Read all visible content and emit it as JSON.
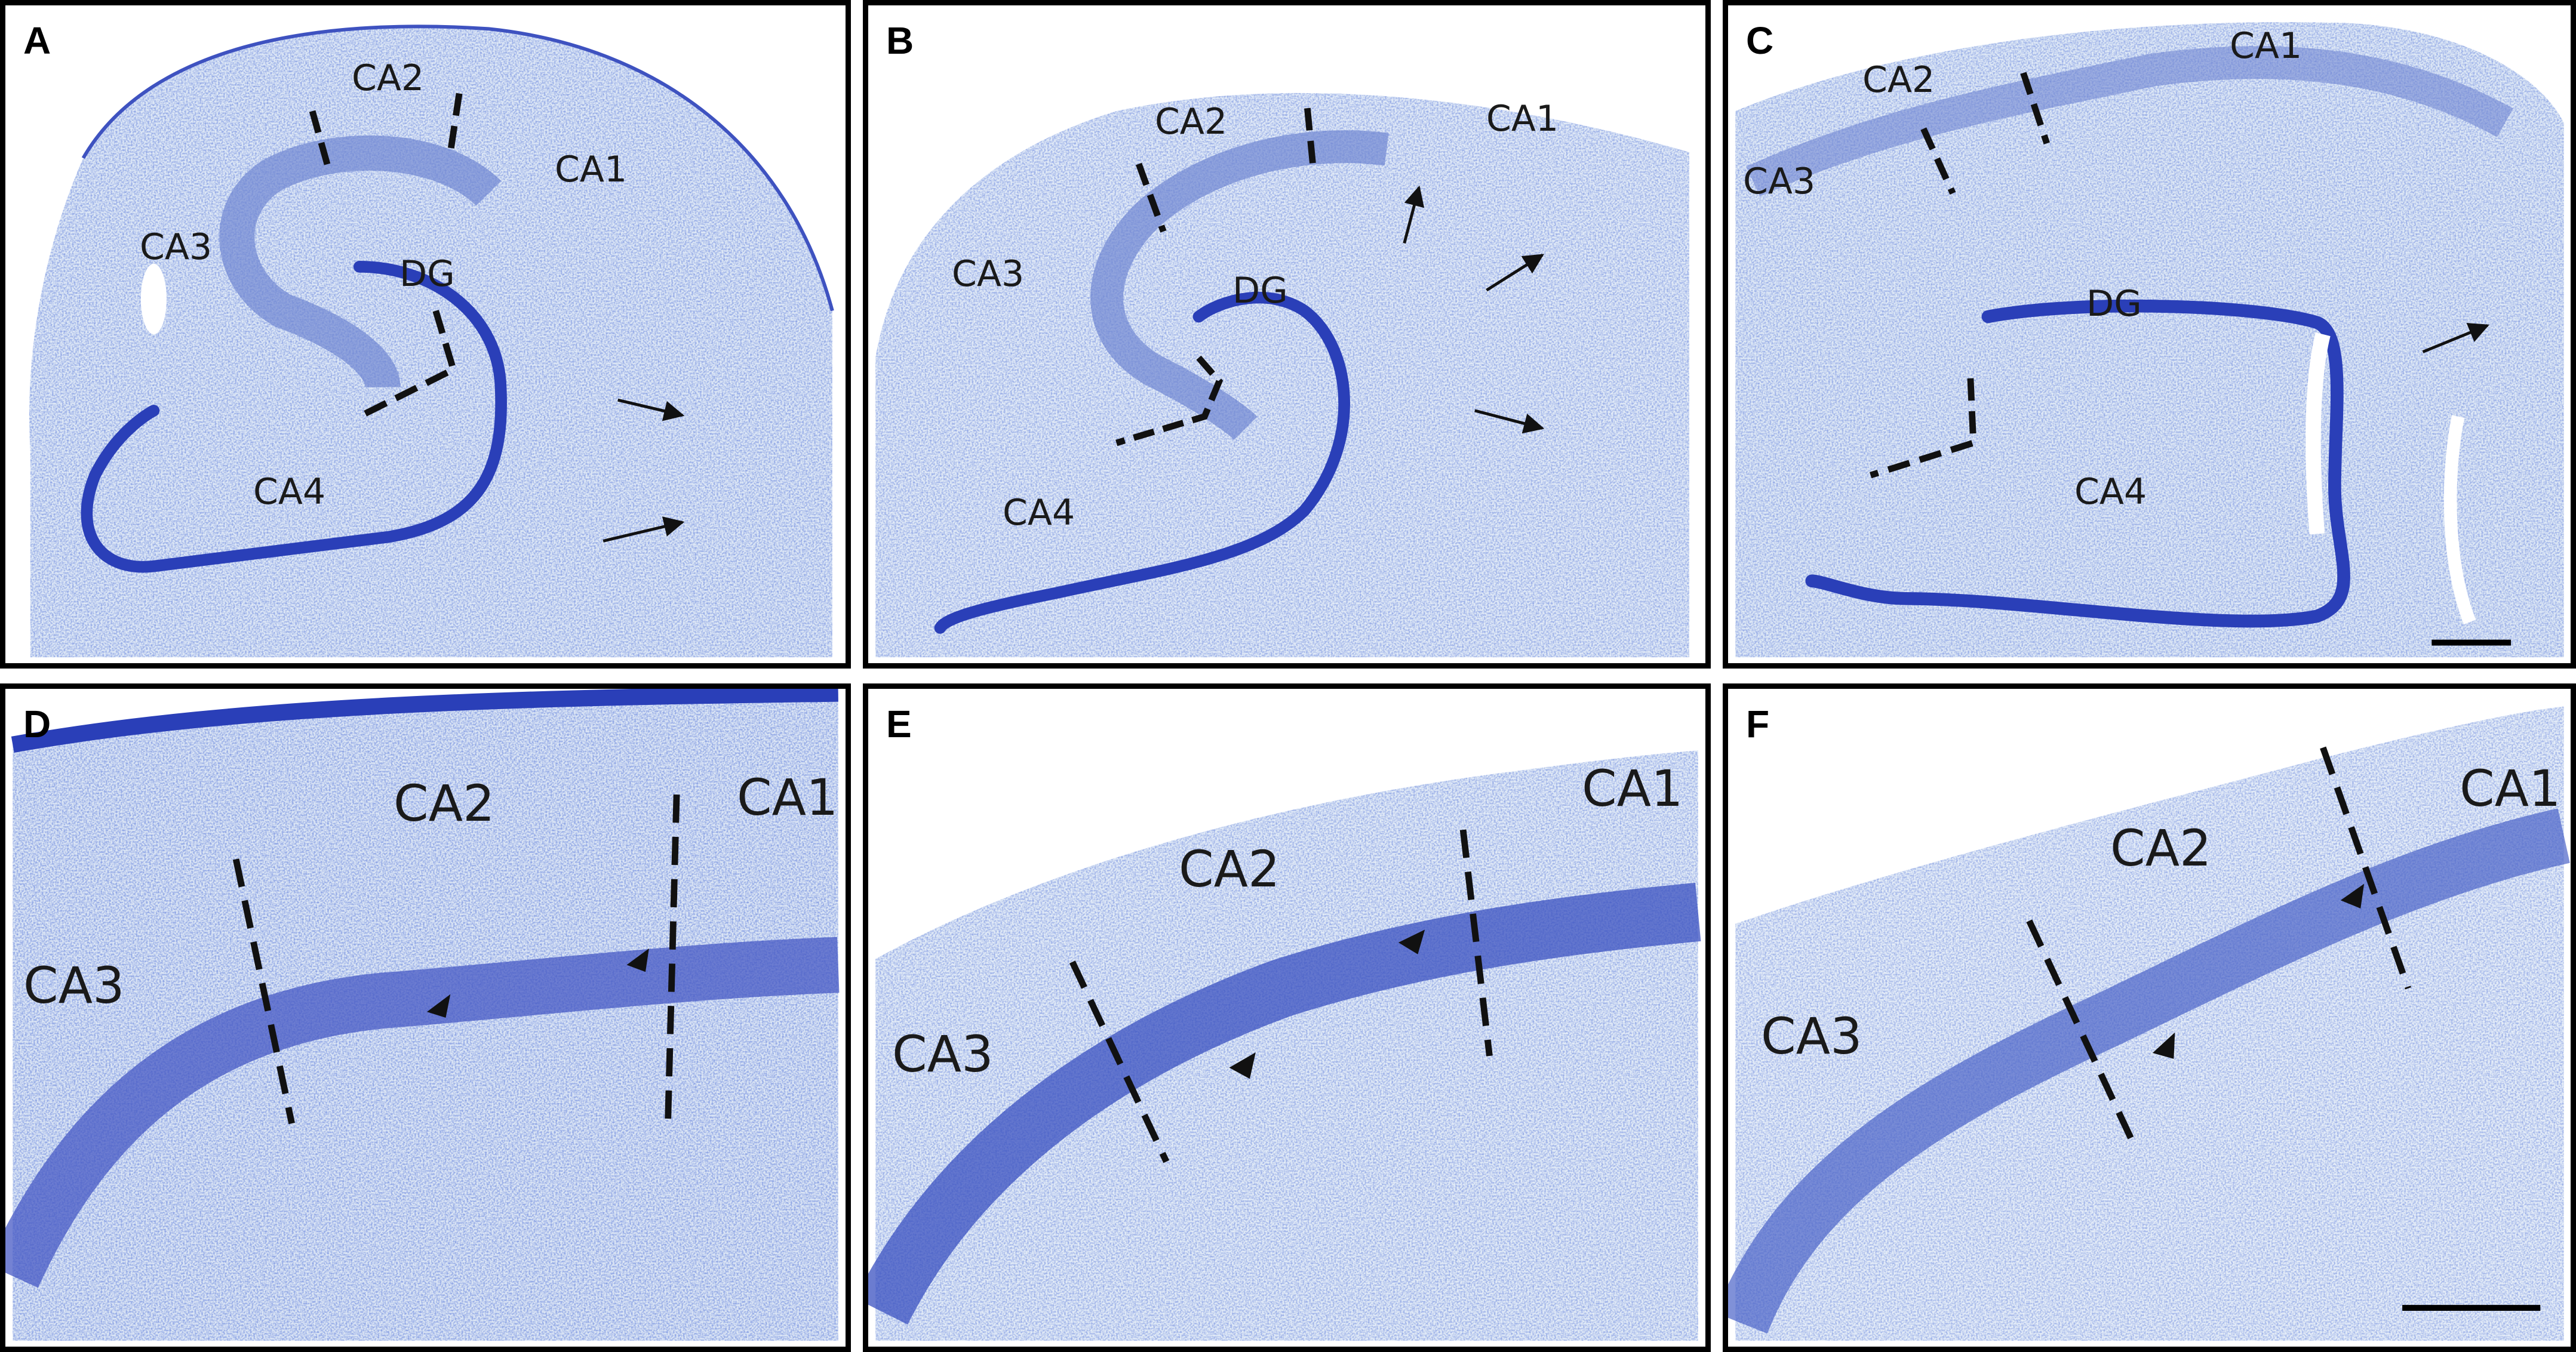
{
  "colors": {
    "stain_dark": "#2a3fb8",
    "stain_mid": "#6f86d2",
    "tissue": "#dfe9f6",
    "tissue_light": "#eef3fa",
    "frame": "#000000",
    "annotation": "#111111"
  },
  "panels": {
    "a": {
      "letter": "A",
      "ca1": "CA1",
      "ca2": "CA2",
      "ca3": "CA3",
      "ca4": "CA4",
      "dg": "DG"
    },
    "b": {
      "letter": "B",
      "ca1": "CA1",
      "ca2": "CA2",
      "ca3": "CA3",
      "ca4": "CA4",
      "dg": "DG"
    },
    "c": {
      "letter": "C",
      "ca1": "CA1",
      "ca2": "CA2",
      "ca3": "CA3",
      "ca4": "CA4",
      "dg": "DG"
    },
    "d": {
      "letter": "D",
      "ca1": "CA1",
      "ca2": "CA2",
      "ca3": "CA3"
    },
    "e": {
      "letter": "E",
      "ca1": "CA1",
      "ca2": "CA2",
      "ca3": "CA3"
    },
    "f": {
      "letter": "F",
      "ca1": "CA1",
      "ca2": "CA2",
      "ca3": "CA3"
    }
  }
}
